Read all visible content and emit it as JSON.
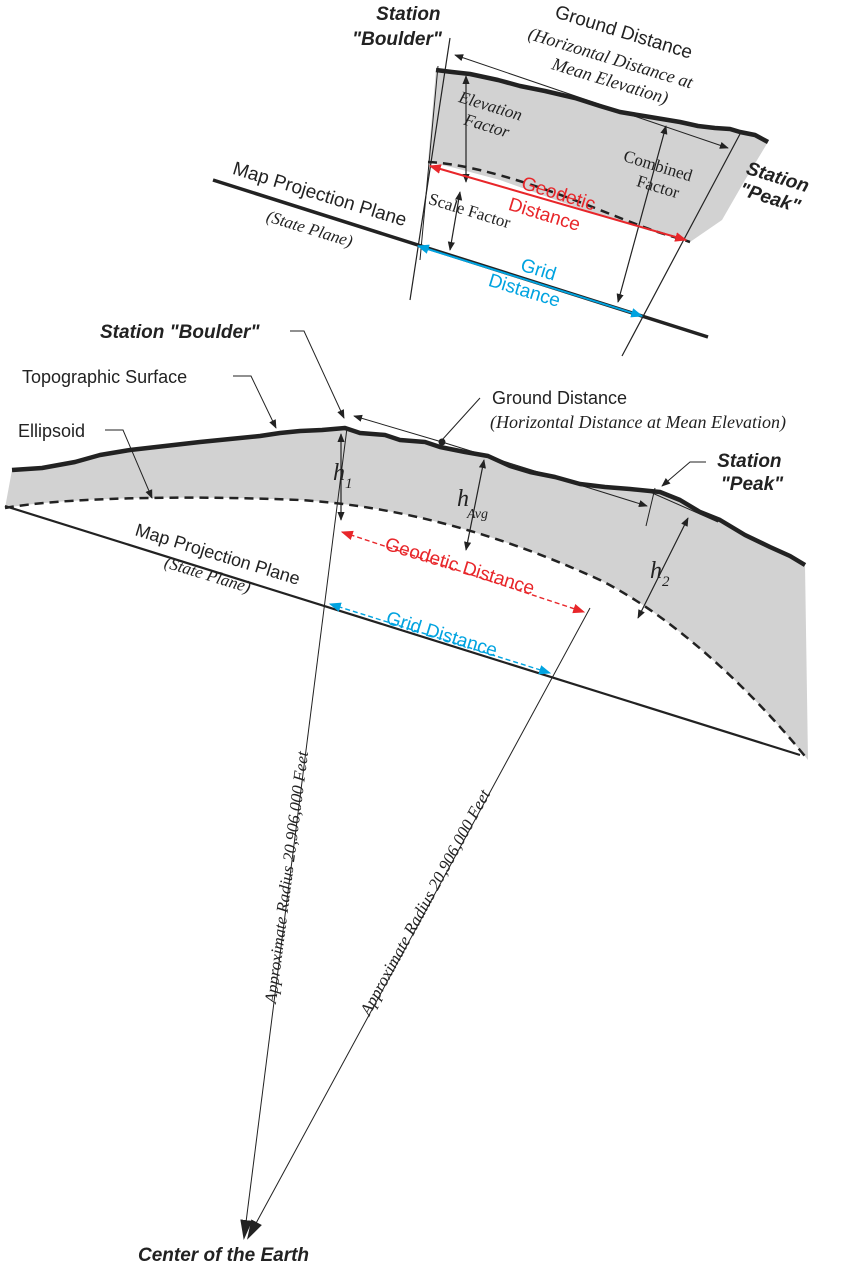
{
  "colors": {
    "geodetic": "#e8262a",
    "grid": "#00a3e0",
    "shade": "#d2d2d2",
    "ink": "#222222"
  },
  "inset": {
    "station_boulder": [
      "Station",
      "\"Boulder\""
    ],
    "ground_distance": "Ground Distance",
    "ground_distance_sub": [
      "(Horizontal Distance at",
      "Mean Elevation)"
    ],
    "elevation_factor": [
      "Elevation",
      "Factor"
    ],
    "combined_factor": [
      "Combined",
      "Factor"
    ],
    "station_peak": [
      "Station",
      "\"Peak\""
    ],
    "map_projection_plane": "Map Projection Plane",
    "state_plane": "(State Plane)",
    "scale_factor": "Scale Factor",
    "geodetic_distance": [
      "Geodetic",
      "Distance"
    ],
    "grid_distance": [
      "Grid",
      "Distance"
    ]
  },
  "main": {
    "station_boulder": "Station \"Boulder\"",
    "topographic_surface": "Topographic Surface",
    "ellipsoid": "Ellipsoid",
    "ground_distance": "Ground Distance",
    "ground_distance_sub": "(Horizontal Distance at Mean Elevation)",
    "station_peak": [
      "Station",
      "\"Peak\""
    ],
    "h1": "h",
    "h1_sub": "1",
    "havg": "h",
    "havg_sub": "Avg",
    "h2": "h",
    "h2_sub": "2",
    "map_projection_plane": "Map Projection Plane",
    "state_plane": "(State Plane)",
    "geodetic_distance": "Geodetic Distance",
    "grid_distance": "Grid Distance",
    "radius_label": "Approximate Radius 20,906,000 Feet",
    "center": "Center of the Earth"
  }
}
